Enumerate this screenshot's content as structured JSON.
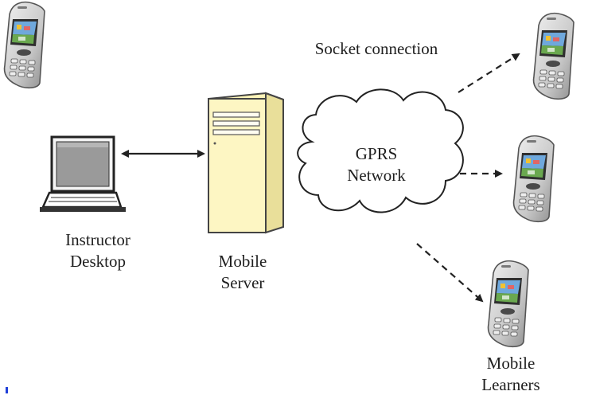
{
  "labels": {
    "socket_connection": "Socket connection",
    "gprs_line1": "GPRS",
    "gprs_line2": "Network",
    "instructor_line1": "Instructor",
    "instructor_line2": "Desktop",
    "server_line1": "Mobile",
    "server_line2": "Server",
    "learners_line1": "Mobile",
    "learners_line2": "Learners"
  },
  "icons": {
    "desktop": "laptop-icon",
    "server": "server-tower-icon",
    "network": "cloud-icon",
    "device": "mobile-phone-icon"
  },
  "colors": {
    "server_fill": "#fdf6c3",
    "server_stroke": "#4a4a3a",
    "phone_body": "#d6d6d6",
    "phone_dark": "#5a5a5a",
    "screen_sky": "#6fa8dc",
    "screen_grass": "#6aa84f",
    "stroke": "#222222"
  }
}
